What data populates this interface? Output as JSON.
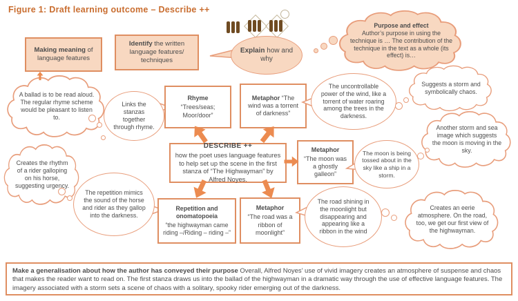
{
  "title": "Figure 1: Draft learning outcome – Describe ++",
  "colors": {
    "peach_fill": "#f8d8c1",
    "box_border": "#df8e61",
    "cloud_border": "#e89d7b",
    "arrow": "#ec8b50",
    "title_text": "#c96d2f",
    "body_text": "#4c4c4c"
  },
  "top": {
    "making_meaning": {
      "bold": "Making meaning",
      "rest": " of language features"
    },
    "identify": {
      "bold": "Identify",
      "rest": " the written language features/ techniques"
    },
    "explain": {
      "bold": "Explain",
      "rest": " how and why"
    },
    "purpose": {
      "heading": "Purpose and effect",
      "text": "Author’s purpose in using the technique is … The contribution of the technique in the text as a whole (its effect) is…"
    }
  },
  "boxes": {
    "describe": {
      "heading": "DESCRIBE ++",
      "text": "how the poet uses language features to help set up the scene in the first stanza of “The Highwayman” by Alfred Noyes."
    },
    "rhyme": {
      "bold": "Rhyme",
      "text": "“Trees/seas; Moor/door”"
    },
    "metaphor_wind": {
      "bold": "Metaphor",
      "text": " “The wind was a torrent of darkness”"
    },
    "metaphor_moon": {
      "bold": "Metaphor",
      "text": "“The moon was a ghostly galleon”"
    },
    "repetition": {
      "bold": "Repetition and onomatopoeia",
      "text": "“the highwayman came riding –/Riding – riding –”"
    },
    "metaphor_road": {
      "bold": "Metaphor",
      "text": "“The road was a ribbon of moonlight”"
    }
  },
  "thoughts": {
    "ballad": "A ballad is to be read aloud. The regular rhyme scheme would be pleasant to listen to.",
    "suggests_storm": "Suggests a storm and symbolically chaos.",
    "another_image": "Another storm and sea image which suggests the moon is moving in the sky.",
    "rhythm": "Creates the rhythm of a rider galloping on his horse, suggesting urgency.",
    "eerie": "Creates an eerie atmosphere. On the road, too, we get our first view of the highwayman."
  },
  "speech": {
    "links": "Links the stanzas together through rhyme.",
    "wind_power": "The uncontrollable power of the wind, like a torrent of water roaring among the trees in the darkness.",
    "moon_tossed": "The moon is being tossed about in the sky like a ship in a storm.",
    "repetition_sound": "The repetition mimics the sound of the horse and rider as they gallop into the darkness.",
    "road_ribbon": "The road shining in the moonlight but disappearing and appearing like a ribbon in the wind"
  },
  "generalisation": {
    "bold": "Make a generalisation about how the author has conveyed their purpose",
    "rest": " Overall, Alfred Noyes’ use of vivid imagery creates an atmosphere of suspense and chaos that makes the reader want to read on. The first stanza draws us into the ballad of the highwayman in a dramatic way through the use of effective language features. The imagery associated with a storm sets a scene of chaos with a solitary, spooky rider emerging out of the darkness."
  }
}
